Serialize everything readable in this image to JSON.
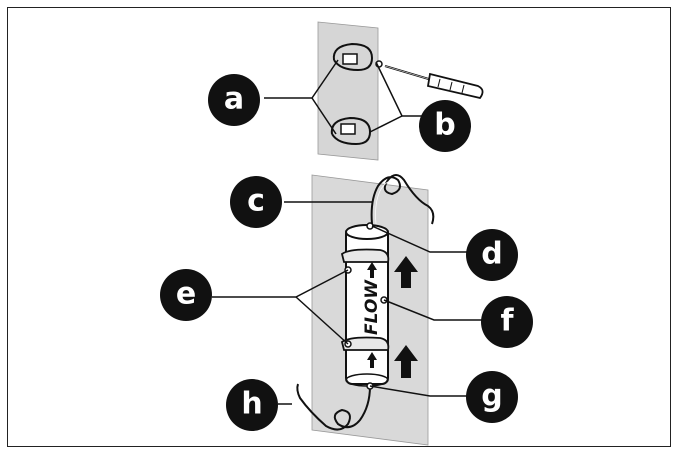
{
  "diagram": {
    "filter_text": "FLOW",
    "callouts": [
      {
        "id": "a",
        "label": "a"
      },
      {
        "id": "b",
        "label": "b"
      },
      {
        "id": "c",
        "label": "c"
      },
      {
        "id": "d",
        "label": "d"
      },
      {
        "id": "e",
        "label": "e"
      },
      {
        "id": "f",
        "label": "f"
      },
      {
        "id": "g",
        "label": "g"
      },
      {
        "id": "h",
        "label": "h"
      }
    ],
    "colors": {
      "panel": "#d9d9d9",
      "callout_fill": "#111111",
      "line": "#111111"
    }
  }
}
